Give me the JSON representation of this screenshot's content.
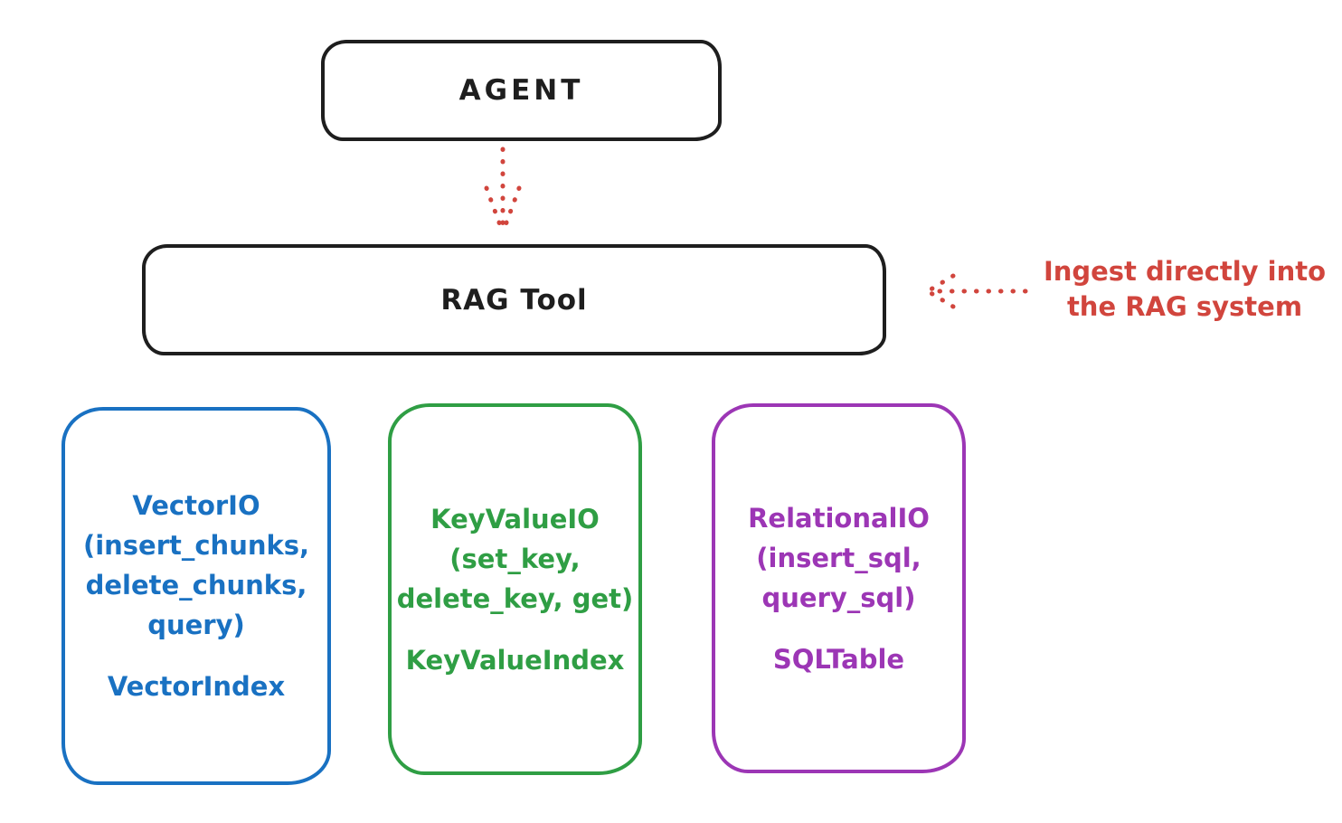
{
  "diagram": {
    "background": "#ffffff",
    "ink_color": "#1e1e1e",
    "accent_red": "#d1453d"
  },
  "agent_box": {
    "label": "AGENT"
  },
  "rag_box": {
    "label": "RAG Tool"
  },
  "annotation": {
    "color": "#d1453d",
    "lines": [
      "Ingest directly into",
      "the RAG system"
    ]
  },
  "arrows": {
    "agent_to_rag": {
      "icon": "dotted-down-arrow",
      "color": "#d1453d",
      "style": "dotted",
      "direction": "down"
    },
    "annotation_to_rag": {
      "icon": "dotted-left-arrow",
      "color": "#d1453d",
      "style": "dotted",
      "direction": "left"
    }
  },
  "storage_boxes": [
    {
      "color": "#1971c2",
      "lines": [
        "VectorIO",
        "(insert_chunks,",
        "delete_chunks,",
        "query)"
      ],
      "index_label": "VectorIndex"
    },
    {
      "color": "#2f9e44",
      "lines": [
        "KeyValueIO",
        "(set_key,",
        "delete_key, get)"
      ],
      "index_label": "KeyValueIndex"
    },
    {
      "color": "#9c36b5",
      "lines": [
        "RelationalIO",
        "(insert_sql,",
        "query_sql)"
      ],
      "index_label": "SQLTable"
    }
  ]
}
